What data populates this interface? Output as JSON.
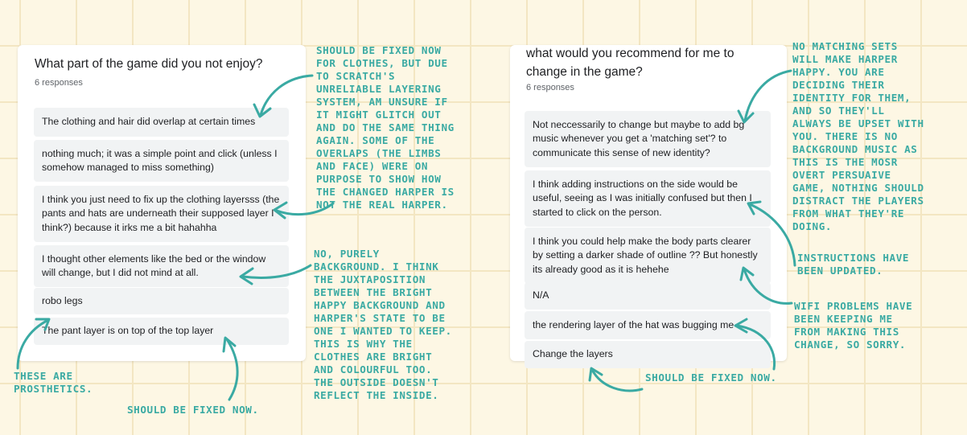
{
  "left_card": {
    "question": "What part of the game did you not enjoy?",
    "responses_count": "6 responses",
    "responses": [
      "The clothing and hair did overlap at certain times",
      "nothing much; it was a simple point and click (unless I somehow managed to miss something)",
      "I think you just need to fix up the clothing layersss (the pants and hats are underneath their supposed layer I think?) because it irks me a bit hahahha",
      "I thought other elements like the bed or the window will change, but I did not mind at all.",
      "robo legs",
      "The pant layer is on top of the top layer"
    ]
  },
  "right_card": {
    "question": "what would you recommend for me to change in the game?",
    "responses_count": "6 responses",
    "responses": [
      "Not neccessarily to change but maybe to add bg music whenever you get a 'matching set'? to communicate this sense of new identity?",
      "I think adding instructions on the side would be useful, seeing as I was initially confused but then I started to click on the person.",
      "I think you could help make the body parts clearer by setting a darker shade of outline ?? But honestly its already good as it is hehehe",
      "N/A",
      "the rendering layer of the hat was bugging me",
      "Change the layers"
    ]
  },
  "notes": {
    "clothes_fix": "SHOULD BE FIXED NOW\nFOR CLOTHES, BUT DUE\nTO SCRATCH'S\nUNRELIABLE LAYERING\nSYSTEM, AM UNSURE IF\nIT MIGHT GLITCH OUT\nAND DO THE SAME THING\nAGAIN. SOME OF THE\nOVERLAPS (THE LIMBS\nAND FACE) WERE ON\nPURPOSE TO SHOW HOW\nTHE CHANGED HARPER IS\nNOT THE REAL HARPER.",
    "background": "NO, PURELY\nBACKGROUND. I THINK\nTHE JUXTAPOSITION\nBETWEEN THE BRIGHT\nHAPPY BACKGROUND AND\nHARPER'S STATE TO BE\nONE I WANTED TO KEEP.\nTHIS IS WHY THE\nCLOTHES ARE BRIGHT\nAND COLOURFUL TOO.\nTHE OUTSIDE DOESN'T\nREFLECT THE INSIDE.",
    "prosthetics": "THESE ARE\nPROSTHETICS.",
    "fixed_left": "SHOULD BE FIXED NOW.",
    "matching_sets": "NO MATCHING SETS\nWILL MAKE HARPER\nHAPPY. YOU ARE\nDECIDING THEIR\nIDENTITY FOR THEM,\nAND SO THEY'LL\nALWAYS BE UPSET WITH\nYOU. THERE IS NO\nBACKGROUND MUSIC AS\nTHIS IS THE MOSR\nOVERT PERSUAIVE\nGAME, NOTHING SHOULD\nDISTRACT THE PLAYERS\nFROM WHAT THEY'RE\nDOING.",
    "instructions": "INSTRUCTIONS HAVE\nBEEN UPDATED.",
    "wifi": "WIFI PROBLEMS HAVE\nBEEN KEEPING ME\nFROM MAKING THIS\nCHANGE, SO SORRY.",
    "fixed_right": "SHOULD BE FIXED NOW."
  },
  "colors": {
    "annotation": "#3aaaa3",
    "background": "#fdf7e4",
    "card": "#ffffff",
    "response_bg": "#f1f3f4"
  }
}
